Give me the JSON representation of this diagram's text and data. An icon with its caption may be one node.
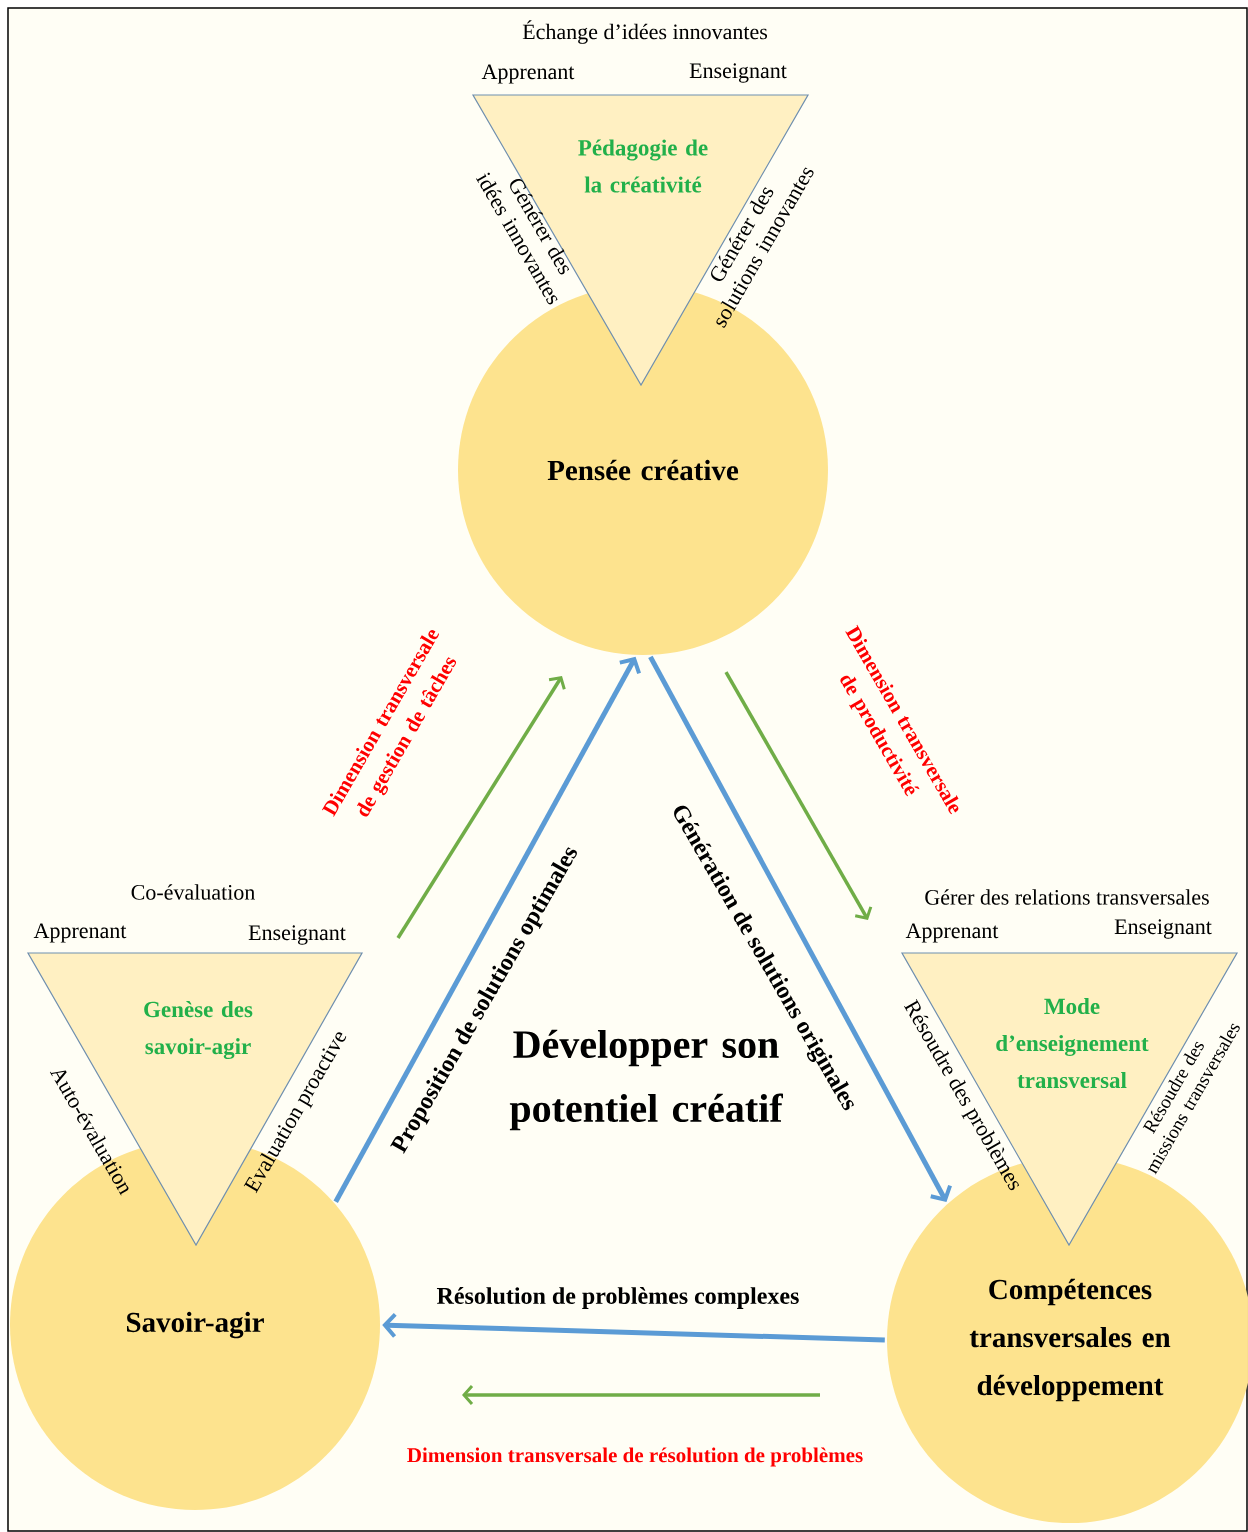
{
  "diagram": {
    "nodes": [
      {
        "text": [
          "Pédagogie de la créativité"
        ],
        "beside": [
          "Échange d’idées innovantes",
          "Apprenant",
          "Enseignant",
          "Générer des idées innovantes",
          "Générer des solutions innovantes"
        ]
      },
      {
        "text": [
          "Pensée créative"
        ]
      },
      {
        "text": [
          "Genèse des savoir-agir"
        ],
        "beside": [
          "Co-évaluation",
          "Apprenant",
          "Enseignant",
          "Auto-évaluation",
          "Evaluation proactive"
        ]
      },
      {
        "text": [
          "Mode d’enseignement transversal"
        ],
        "beside": [
          "Gérer des relations transversales",
          "Apprenant",
          "Enseignant",
          "Résoudre des problèmes",
          "Résoudre des missions transversales"
        ]
      },
      {
        "text": [
          "Savoir-agir"
        ]
      },
      {
        "text": [
          "Compétences transversales en développement"
        ]
      }
    ],
    "edges": [
      {
        "from": 4,
        "to": 1,
        "arrow": "to",
        "label": "Proposition de solutions optimales"
      },
      {
        "from": 1,
        "to": 5,
        "arrow": "to",
        "label": "Génération de solutions originales"
      },
      {
        "from": 5,
        "to": 4,
        "arrow": "to",
        "label": "Résolution de problèmes complexes"
      }
    ],
    "labels": [
      "Dimension transversale de gestion de tâches",
      "Dimension transversale de productivité",
      "Développer son potentiel créatif",
      "Dimension transversale de résolution de problèmes"
    ]
  }
}
